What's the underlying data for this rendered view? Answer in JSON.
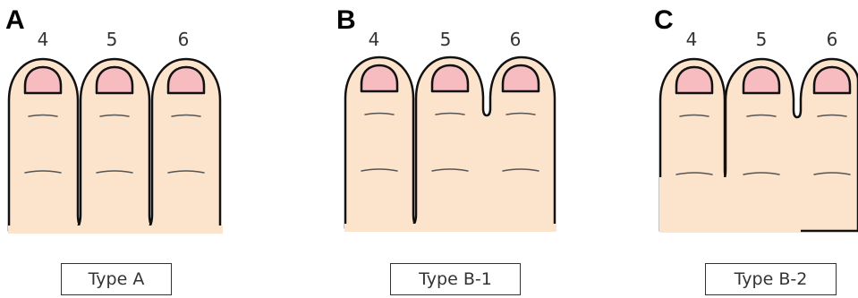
{
  "colors": {
    "skin": "#fce3cc",
    "nail": "#f7bcc0",
    "outline": "#111111"
  },
  "panels": [
    {
      "letter": "A",
      "finger_numbers": [
        "4",
        "5",
        "6"
      ],
      "type_label": "Type A"
    },
    {
      "letter": "B",
      "finger_numbers": [
        "4",
        "5",
        "6"
      ],
      "type_label": "Type B-1"
    },
    {
      "letter": "C",
      "finger_numbers": [
        "4",
        "5",
        "6"
      ],
      "type_label": "Type B-2"
    }
  ]
}
